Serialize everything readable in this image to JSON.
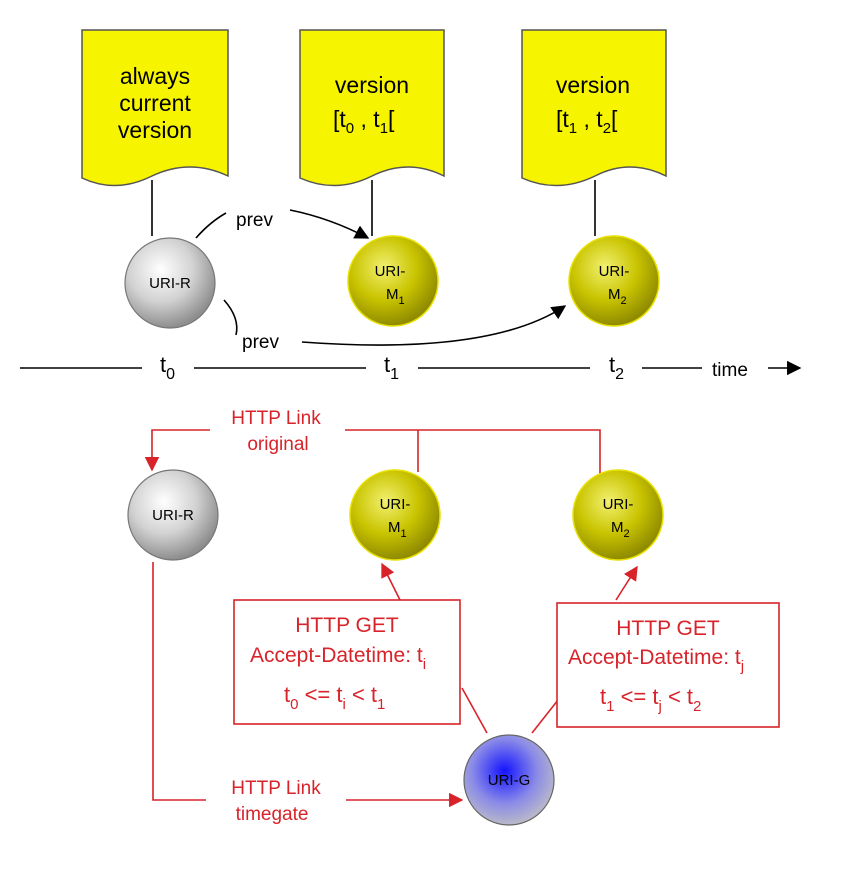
{
  "documents": [
    {
      "lines": [
        "always",
        "current",
        "version"
      ]
    },
    {
      "line1": "version",
      "open": "[t",
      "sub_a": "0",
      "mid": " , t",
      "sub_b": "1",
      "close": "["
    },
    {
      "line1": "version",
      "open": "[t",
      "sub_a": "1",
      "mid": " , t",
      "sub_b": "2",
      "close": "["
    }
  ],
  "top_nodes": {
    "uri_r": "URI-R",
    "m1": {
      "main": "URI-",
      "sub_main": "M",
      "sub": "1"
    },
    "m2": {
      "main": "URI-",
      "sub_main": "M",
      "sub": "2"
    }
  },
  "prev_labels": [
    "prev",
    "prev"
  ],
  "timeline": {
    "t0": {
      "t": "t",
      "sub": "0"
    },
    "t1": {
      "t": "t",
      "sub": "1"
    },
    "t2": {
      "t": "t",
      "sub": "2"
    },
    "time_label": "time"
  },
  "bottom_nodes": {
    "uri_r": "URI-R",
    "m1": {
      "main": "URI-",
      "sub_main": "M",
      "sub": "1"
    },
    "m2": {
      "main": "URI-",
      "sub_main": "M",
      "sub": "2"
    },
    "uri_g": "URI-G"
  },
  "links": {
    "original": [
      "HTTP Link",
      "original"
    ],
    "timegate": [
      "HTTP Link",
      "timegate"
    ]
  },
  "get_boxes": [
    {
      "title": "HTTP GET",
      "header": "Accept-Datetime: t",
      "header_sub": "i",
      "c_a": "t",
      "c_a_sub": "0",
      "c_op1": " <=  t",
      "c_b_sub": "i",
      "c_op2": " < t",
      "c_c_sub": "1"
    },
    {
      "title": "HTTP GET",
      "header": "Accept-Datetime: t",
      "header_sub": "j",
      "c_a": "t",
      "c_a_sub": "1",
      "c_op1": " <=  t",
      "c_b_sub": "j",
      "c_op2": " < t",
      "c_c_sub": "2"
    }
  ],
  "colors": {
    "document_fill": "#f7f400",
    "memento_fill": "#c9c400",
    "original_fill": "#c8c8c8",
    "timegate_fill": "#3a3ae6",
    "annotation": "#d8232a"
  }
}
